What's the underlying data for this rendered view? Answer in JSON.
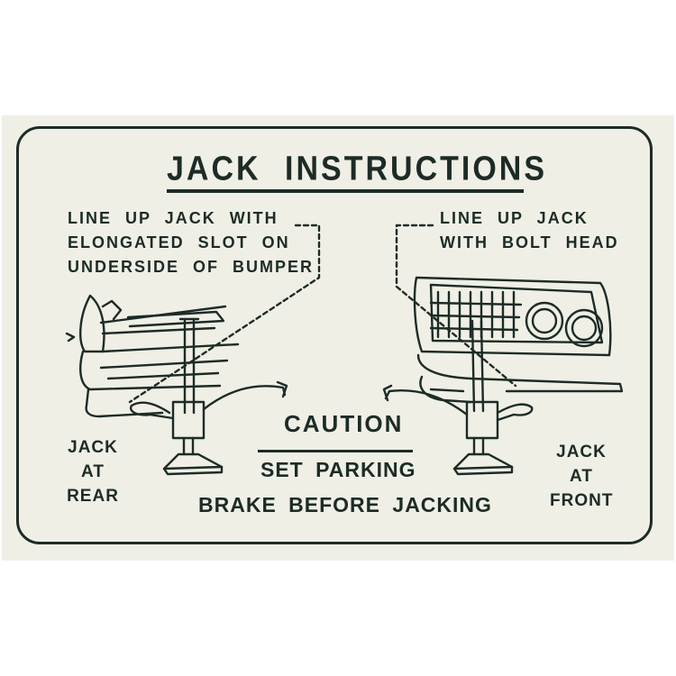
{
  "decal": {
    "title": "JACK INSTRUCTIONS",
    "rear_note": [
      "LINE UP JACK WITH",
      "ELONGATED SLOT ON",
      "UNDERSIDE OF BUMPER"
    ],
    "front_note": [
      "LINE UP JACK",
      "WITH BOLT HEAD"
    ],
    "rear_label": [
      "JACK",
      "AT",
      "REAR"
    ],
    "front_label": [
      "JACK",
      "AT",
      "FRONT"
    ],
    "caution": "CAUTION",
    "warning_line_1": "SET PARKING",
    "warning_line_2": "BRAKE BEFORE JACKING"
  },
  "colors": {
    "ink": "#1d2b26",
    "decal_background": "#efefe6",
    "page_background": "#ffffff"
  }
}
